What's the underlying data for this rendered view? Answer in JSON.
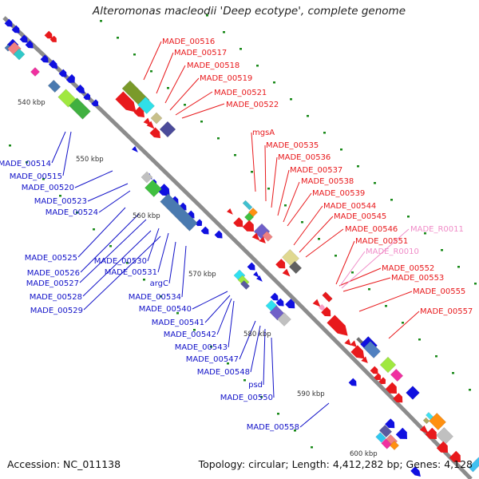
{
  "title": "Alteromonas macleodii 'Deep ecotype', complete genome",
  "footer": {
    "accession": "Accession: NC_011138",
    "summary": "Topology: circular; Length: 4,412,282 bp; Genes: 4,128"
  },
  "colors": {
    "forward_label": "#e8191c",
    "reverse_label": "#1212c8",
    "rna_label": "#f08cc8",
    "backbone": "#8c8c8c",
    "tick_dot": "#1a8a1a"
  },
  "ticks": [
    "540 kbp",
    "550 kbp",
    "560 kbp",
    "570 kbp",
    "580 kbp",
    "590 kbp",
    "600 kbp"
  ],
  "forward_labels": [
    "MADE_00516",
    "MADE_00517",
    "MADE_00518",
    "MADE_00519",
    "MADE_00521",
    "MADE_00522",
    "mgsA",
    "MADE_00535",
    "MADE_00536",
    "MADE_00537",
    "MADE_00538",
    "MADE_00539",
    "MADE_00544",
    "MADE_00545",
    "MADE_00546",
    "MADE_00551",
    "MADE_00552",
    "MADE_00553",
    "MADE_00555",
    "MADE_00557"
  ],
  "rna_labels": [
    "MADE_R0011",
    "MADE_R0010"
  ],
  "reverse_labels": [
    "MADE_00514",
    "MADE_00515",
    "MADE_00520",
    "MADE_00523",
    "MADE_00524",
    "MADE_00525",
    "MADE_00526",
    "MADE_00527",
    "MADE_00528",
    "MADE_00529",
    "MADE_00530",
    "MADE_00531",
    "argC",
    "MADE_00534",
    "MADE_00540",
    "MADE_00541",
    "MADE_00542",
    "MADE_00543",
    "MADE_00547",
    "MADE_00548",
    "psd",
    "MADE_00550",
    "MADE_00558"
  ]
}
